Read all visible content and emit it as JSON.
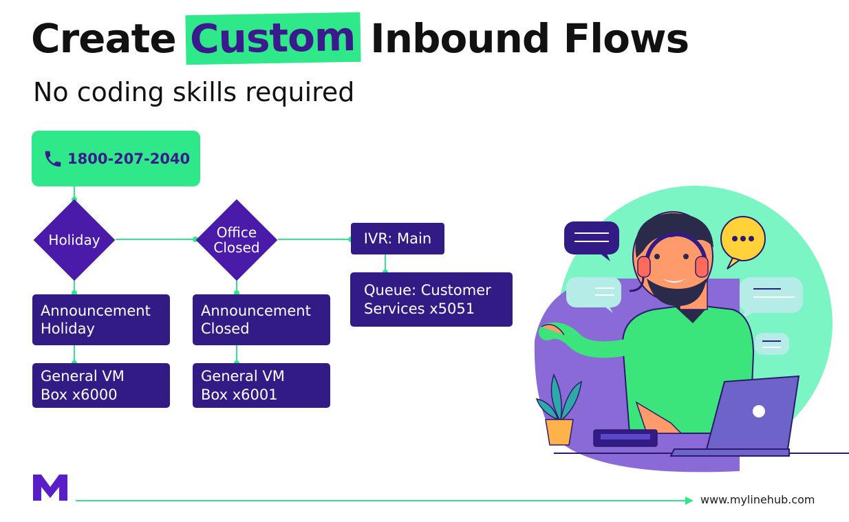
{
  "title": {
    "before": "Create",
    "highlight": "Custom",
    "after": "Inbound Flows"
  },
  "subtitle": "No coding skills required",
  "flow": {
    "phone": "1800-207-2040",
    "holiday": "Holiday",
    "office_closed": {
      "line1": "Office",
      "line2": "Closed"
    },
    "ivr": "IVR: Main",
    "announcement_holiday": {
      "line1": "Announcement",
      "line2": "Holiday"
    },
    "announcement_closed": {
      "line1": "Announcement",
      "line2": "Closed"
    },
    "vm_holiday": {
      "line1": "General VM",
      "line2": "Box x6000"
    },
    "vm_closed": {
      "line1": "General VM",
      "line2": "Box x6001"
    },
    "queue": {
      "line1": "Queue: Customer",
      "line2": "Services x5051"
    }
  },
  "footer": {
    "url": "www.mylinehub.com"
  },
  "colors": {
    "accent_green": "#2ee88a",
    "brand_purple": "#331b86",
    "diamond_purple": "#4a1aa8",
    "light_green": "#7cf5c4"
  },
  "icons": [
    "phone-icon",
    "brand-logo-icon",
    "arrow-right-icon"
  ]
}
